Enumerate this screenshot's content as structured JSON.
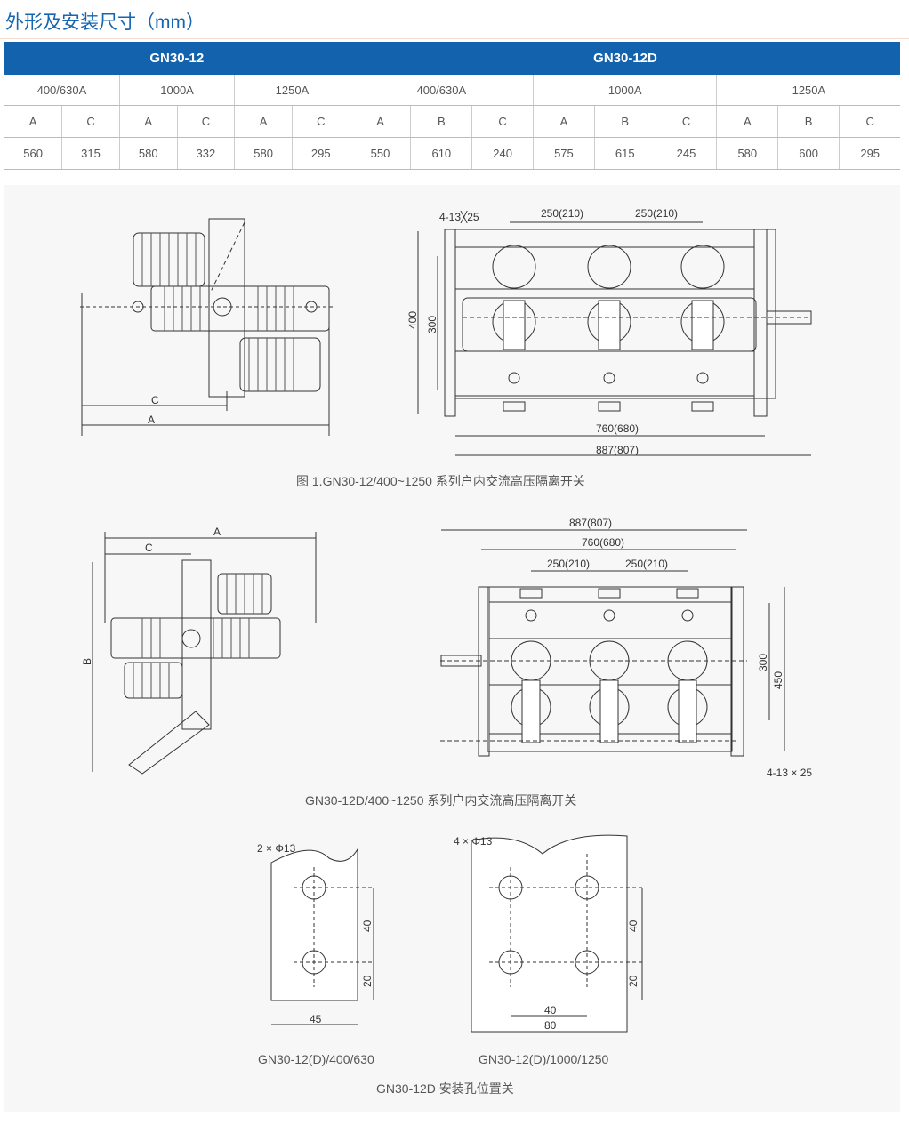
{
  "title": "外形及安装尺寸（mm）",
  "table": {
    "groups": [
      "GN30-12",
      "GN30-12D"
    ],
    "ratings": [
      "400/630A",
      "1000A",
      "1250A",
      "400/630A",
      "1000A",
      "1250A"
    ],
    "columns": [
      "A",
      "C",
      "A",
      "C",
      "A",
      "C",
      "A",
      "B",
      "C",
      "A",
      "B",
      "C",
      "A",
      "B",
      "C"
    ],
    "values": [
      "560",
      "315",
      "580",
      "332",
      "580",
      "295",
      "550",
      "610",
      "240",
      "575",
      "615",
      "245",
      "580",
      "600",
      "295"
    ]
  },
  "figure1": {
    "caption": "图 1.GN30-12/400~1250 系列户内交流高压隔离开关",
    "labels": {
      "c": "C",
      "a": "A",
      "holes": "4-13╳25",
      "pitch1": "250(210)",
      "pitch2": "250(210)",
      "h400": "400",
      "h300": "300",
      "w760": "760(680)",
      "w887": "887(807)"
    }
  },
  "figure2": {
    "caption": "GN30-12D/400~1250 系列户内交流高压隔离开关",
    "labels": {
      "a": "A",
      "c": "C",
      "b": "B",
      "w887": "887(807)",
      "w760": "760(680)",
      "pitch1": "250(210)",
      "pitch2": "250(210)",
      "h300": "300",
      "h450": "450",
      "holes": "4-13 × 25"
    }
  },
  "figure3": {
    "caption": "GN30-12D 安装孔位置关",
    "left": {
      "holes": "2 × Φ13",
      "d40": "40",
      "d20": "20",
      "w45": "45",
      "caption": "GN30-12(D)/400/630"
    },
    "right": {
      "holes": "4 × Φ13",
      "d40": "40",
      "d20": "20",
      "w40": "40",
      "w80": "80",
      "caption": "GN30-12(D)/1000/1250"
    }
  }
}
